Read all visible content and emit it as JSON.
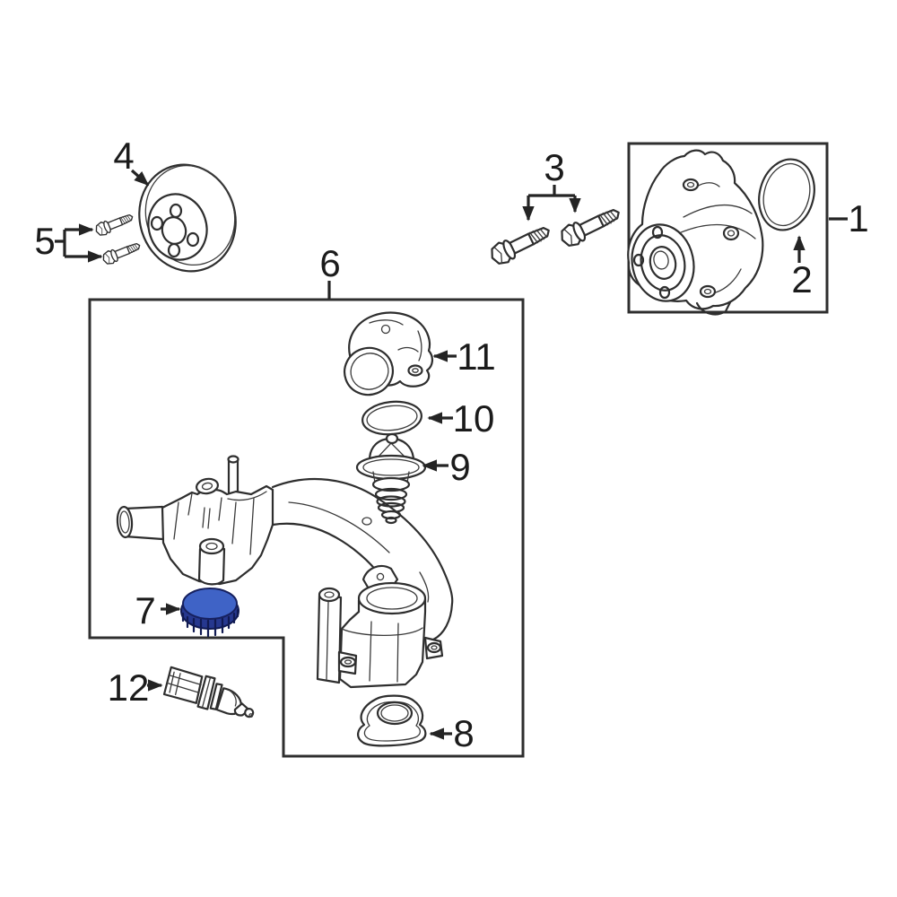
{
  "diagram": {
    "callouts": [
      {
        "label": "1"
      },
      {
        "label": "2"
      },
      {
        "label": "3"
      },
      {
        "label": "4"
      },
      {
        "label": "5"
      },
      {
        "label": "6"
      },
      {
        "label": "7"
      },
      {
        "label": "8"
      },
      {
        "label": "9"
      },
      {
        "label": "10"
      },
      {
        "label": "11"
      },
      {
        "label": "12"
      }
    ],
    "highlighted_callout": "7",
    "colors": {
      "line_art": "#2e2e2e",
      "label_text": "#1b1b1b",
      "box_stroke": "#2f2f2f",
      "highlight_fill": "#3f63c6",
      "highlight_rim": "#26388f",
      "highlight_outline": "#101a52",
      "background": "#ffffff"
    }
  }
}
